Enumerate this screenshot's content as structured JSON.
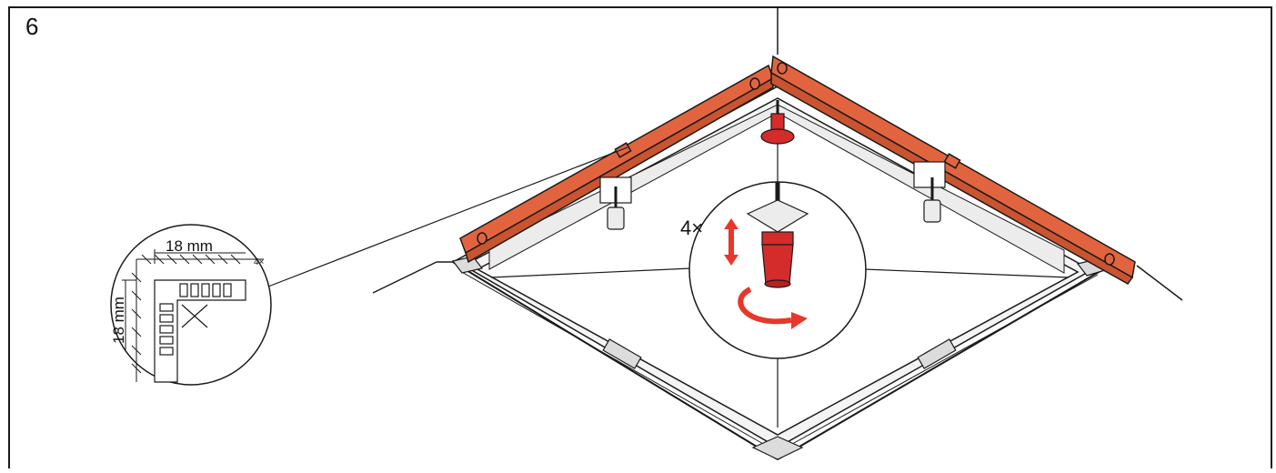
{
  "step": {
    "number": "6"
  },
  "detail_callout": {
    "dim_horizontal": "18 mm",
    "dim_vertical": "18 mm",
    "quantity": "4×"
  },
  "adjust_callout": {
    "quantity": "4×"
  },
  "colors": {
    "level_fill": "#e2643f",
    "foot_red": "#d42b2b",
    "arrow_red": "#e8372a",
    "outline": "#1a1a1a",
    "frame_gray": "#e6e6e6"
  },
  "icons": [
    "spirit-level",
    "adjustable-foot",
    "rotate-arrow",
    "up-down-arrow"
  ]
}
